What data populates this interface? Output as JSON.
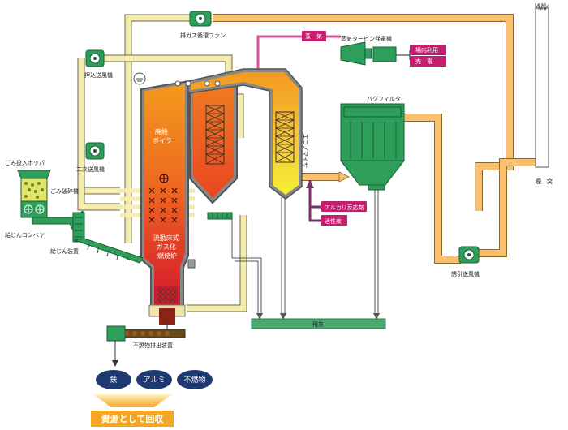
{
  "labels": {
    "exhaust_recirc_fan": "排ガス循環ファン",
    "steam": "蒸　気",
    "steam_turbine": "蒸気タービン発電機",
    "onsite_use": "場内利用",
    "sell_power": "売　電",
    "push_fan": "押込送風機",
    "secondary_fan": "二次送風機",
    "waste_hopper": "ごみ投入ホッパ",
    "waste_crusher": "ごみ破砕機",
    "feed_conveyor": "給じんコンベヤ",
    "feeder": "給じん装置",
    "boiler": "廃熱\nボイラ",
    "furnace": "流動床式\nガス化\n燃焼炉",
    "economizer": "エコノマイザ",
    "bag_filter": "バグフィルタ",
    "alkali_agent": "アルカリ反応剤",
    "activated_carbon": "活性炭",
    "induced_fan": "誘引送風機",
    "stack": "煙　突",
    "fly_ash": "飛灰",
    "incombustible_discharge": "不燃物排出装置"
  },
  "recovered": {
    "items": [
      "鉄",
      "アルミ",
      "不燃物"
    ],
    "banner": "資源として回収"
  },
  "colors": {
    "pipe_air": "#f5edb0",
    "pipe_gas": "#f9c06f",
    "steam_pipe": "#d9509a",
    "green_equip": "#2e9f5a",
    "fly_ash_bar": "#4aa870",
    "furnace_top": "#f59a1a",
    "furnace_bottom": "#d9282d",
    "economizer": "#f4ee2a",
    "magenta_box": "#c41f6e",
    "navy_circle": "#1f3a70",
    "banner": "#f5a623"
  }
}
